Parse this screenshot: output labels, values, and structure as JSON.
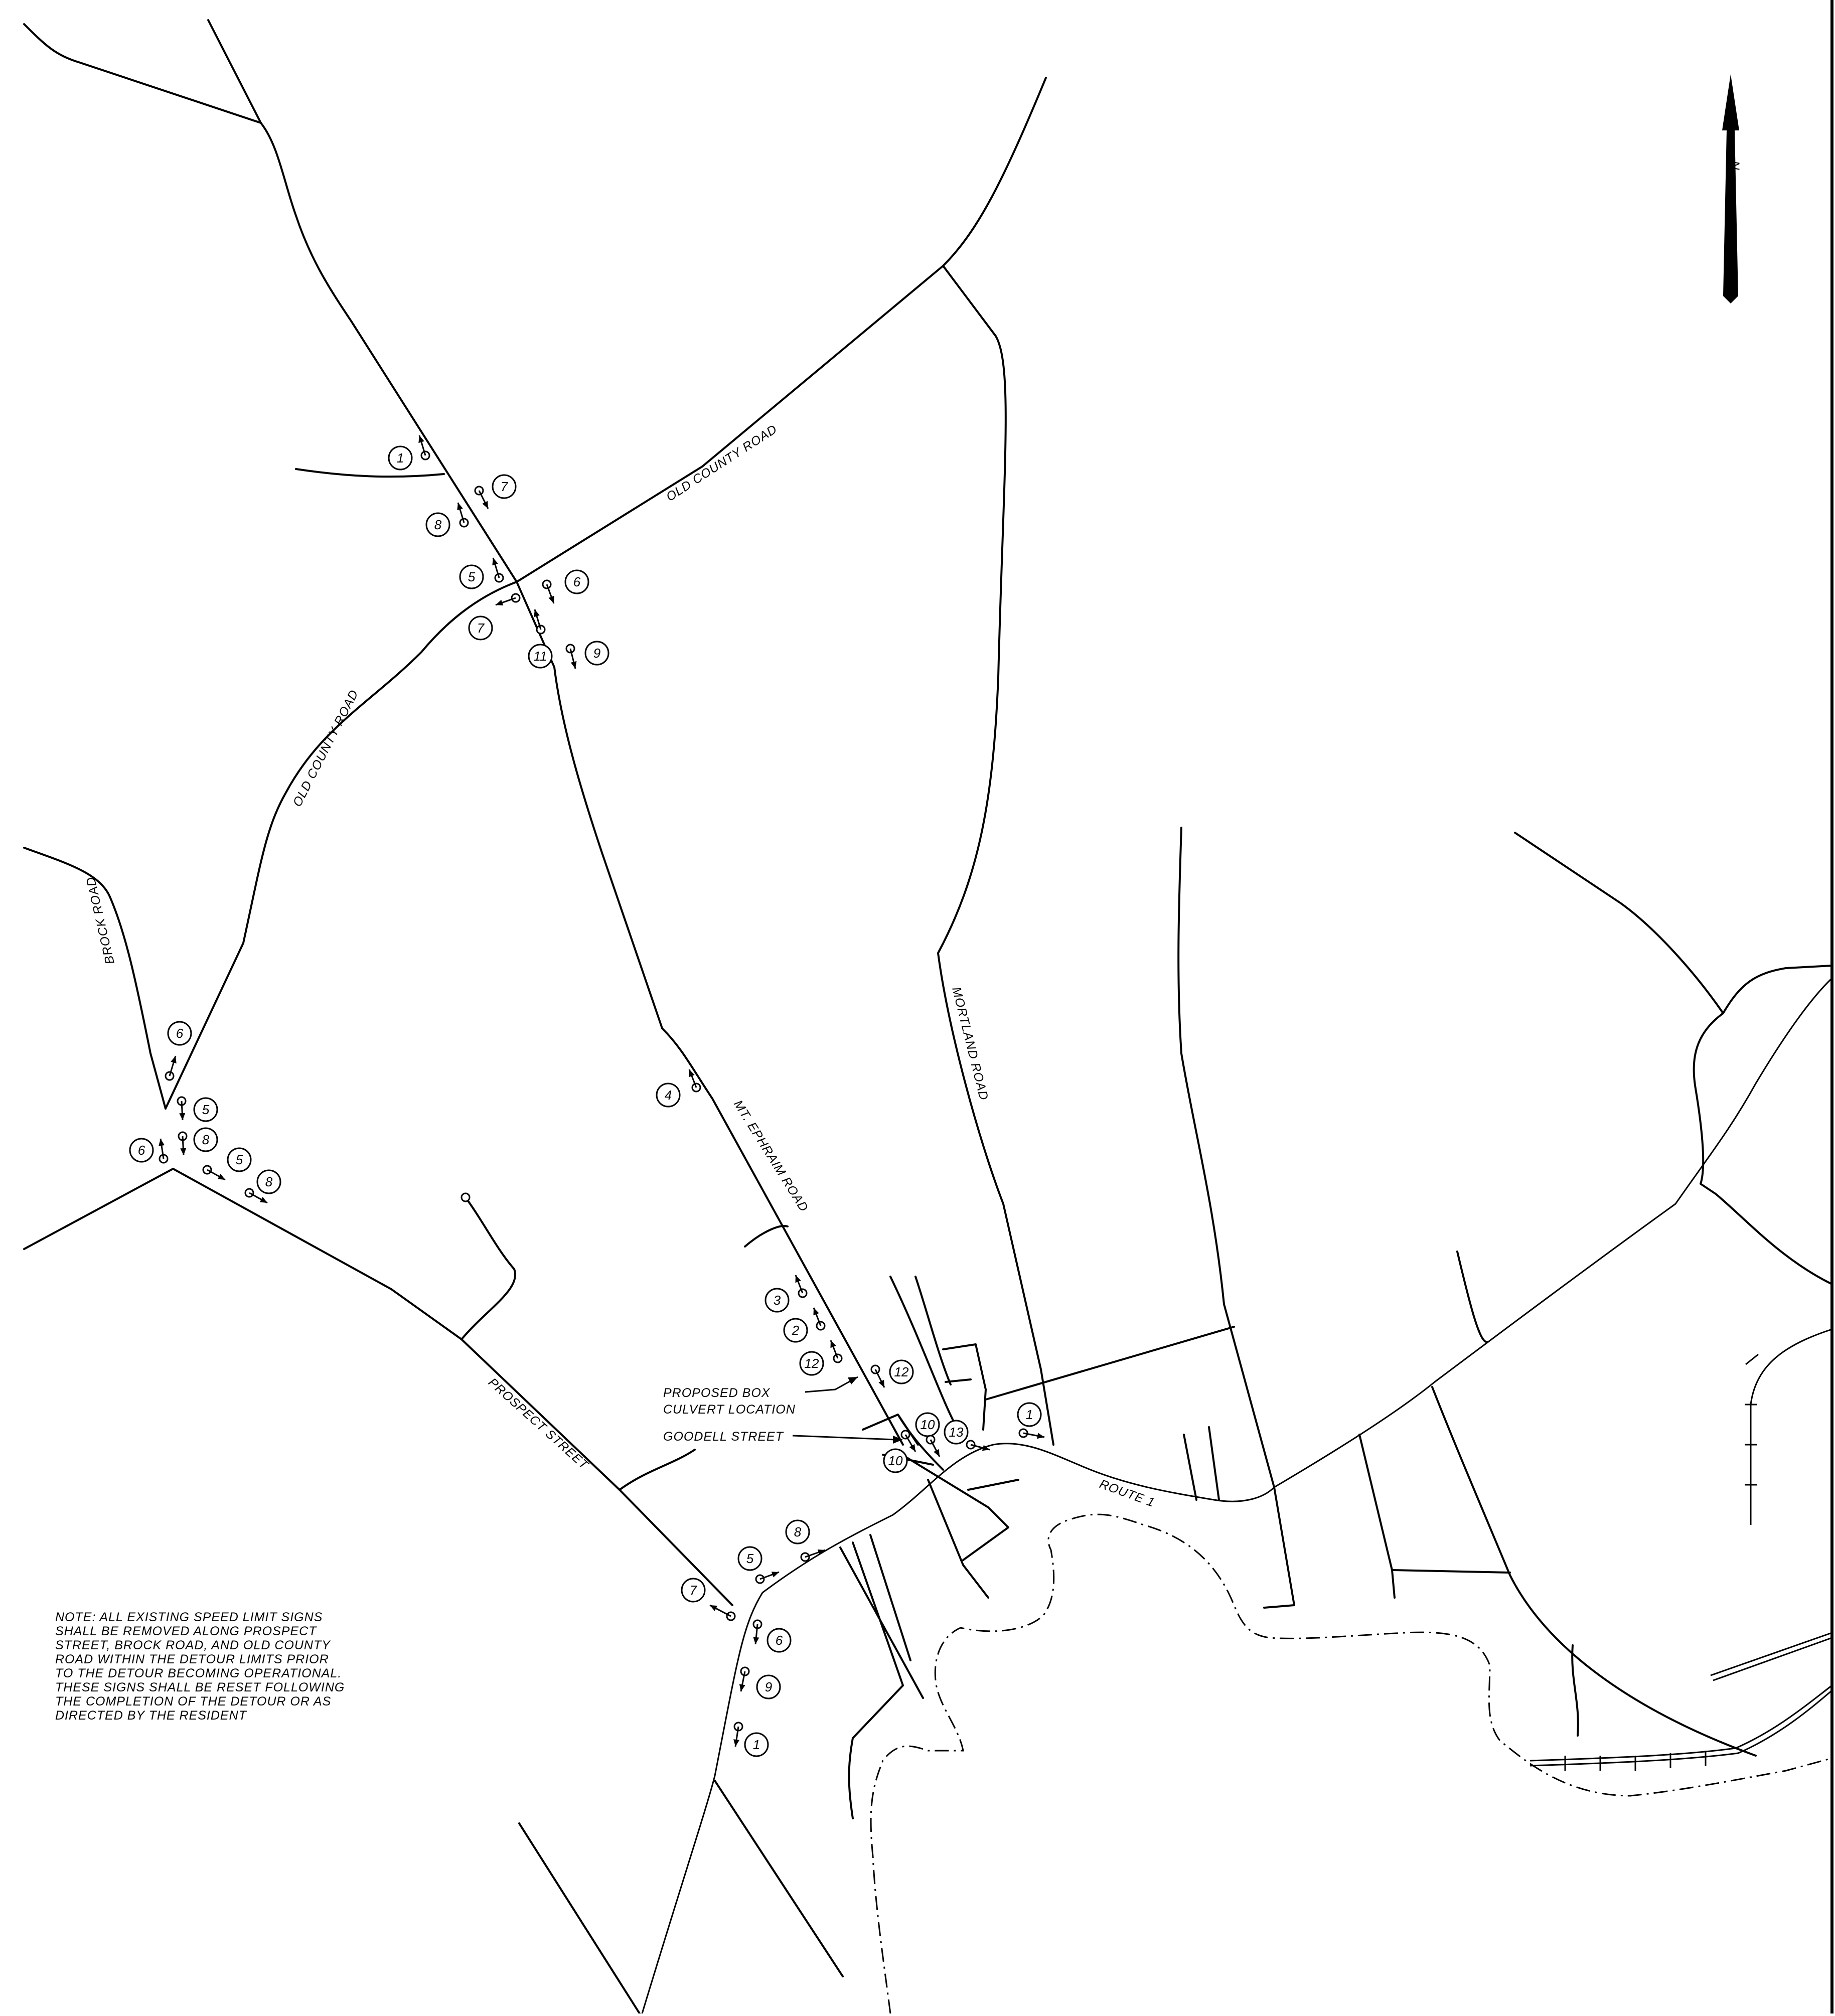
{
  "labels": {
    "old_county_road_ne": "OLD COUNTY ROAD",
    "old_county_road_sw": "OLD COUNTY ROAD",
    "brock_road": "BROCK ROAD",
    "mt_ephraim_road": "MT. EPHRAIM ROAD",
    "mortland_road": "MORTLAND ROAD",
    "prospect_street": "PROSPECT STREET",
    "route_1": "ROUTE 1",
    "goodell_street": "GOODELL STREET",
    "culvert_line1": "PROPOSED BOX",
    "culvert_line2": "CULVERT LOCATION",
    "north": "N"
  },
  "note": {
    "lines": [
      "NOTE: ALL EXISTING SPEED LIMIT SIGNS",
      "SHALL BE REMOVED ALONG PROSPECT",
      "STREET, BROCK ROAD, AND OLD COUNTY",
      "ROAD WITHIN THE DETOUR LIMITS PRIOR",
      "TO THE DETOUR BECOMING OPERATIONAL.",
      "THESE SIGNS SHALL BE RESET FOLLOWING",
      "THE COMPLETION OF THE DETOUR OR AS",
      "DIRECTED BY THE RESIDENT"
    ]
  },
  "signs": [
    {
      "num": "1"
    },
    {
      "num": "7"
    },
    {
      "num": "8"
    },
    {
      "num": "5"
    },
    {
      "num": "6"
    },
    {
      "num": "7"
    },
    {
      "num": "11"
    },
    {
      "num": "9"
    },
    {
      "num": "6"
    },
    {
      "num": "5"
    },
    {
      "num": "8"
    },
    {
      "num": "6"
    },
    {
      "num": "5"
    },
    {
      "num": "8"
    },
    {
      "num": "4"
    },
    {
      "num": "3"
    },
    {
      "num": "2"
    },
    {
      "num": "12"
    },
    {
      "num": "12"
    },
    {
      "num": "10"
    },
    {
      "num": "10"
    },
    {
      "num": "13"
    },
    {
      "num": "1"
    },
    {
      "num": "8"
    },
    {
      "num": "5"
    },
    {
      "num": "7"
    },
    {
      "num": "6"
    },
    {
      "num": "9"
    },
    {
      "num": "1"
    }
  ]
}
